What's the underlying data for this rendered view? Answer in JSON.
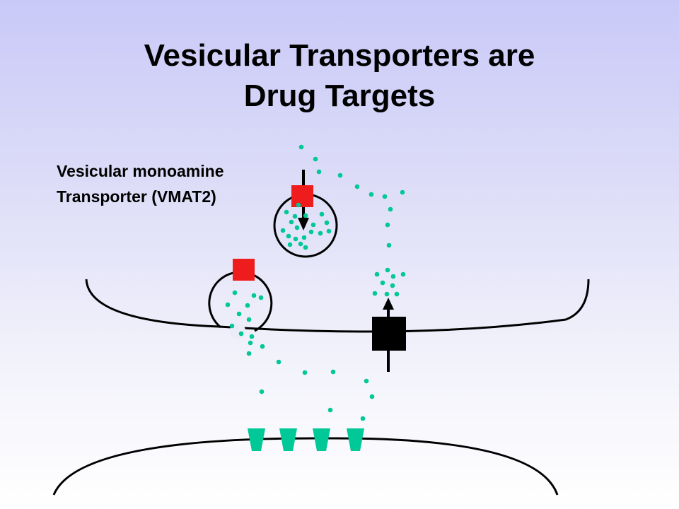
{
  "title": {
    "line1": "Vesicular Transporters are",
    "line2": "Drug Targets"
  },
  "label": {
    "line1": "Vesicular monoamine",
    "line2": "Transporter (VMAT2)"
  },
  "colors": {
    "neurotransmitter": "#00c896",
    "vmat2": "#ee1c1c",
    "plasma_transporter": "#000000",
    "receptor": "#00c896"
  }
}
